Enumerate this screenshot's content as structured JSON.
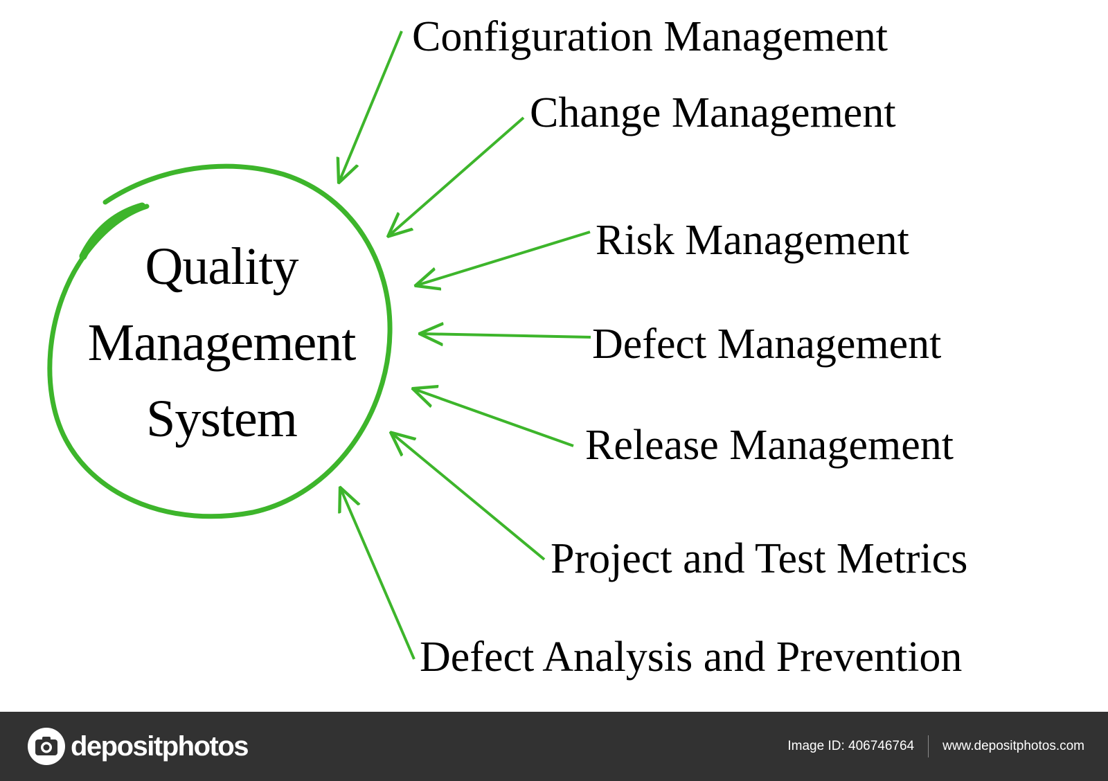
{
  "center_node": {
    "lines": [
      "Quality",
      "Management",
      "System"
    ]
  },
  "spokes": [
    {
      "label": "Configuration Management"
    },
    {
      "label": "Change Management"
    },
    {
      "label": "Risk Management"
    },
    {
      "label": "Defect Management"
    },
    {
      "label": "Release Management"
    },
    {
      "label": "Project and Test Metrics"
    },
    {
      "label": "Defect Analysis and Prevention"
    }
  ],
  "footer": {
    "brand": "depositphotos",
    "image_id": "Image ID: 406746764",
    "site_url": "www.depositphotos.com"
  },
  "colors": {
    "accent_green": "#3db52b",
    "text": "#000000",
    "footer_bg": "#323232",
    "footer_text": "#ffffff"
  },
  "icons": {
    "logo": "camera-icon"
  }
}
